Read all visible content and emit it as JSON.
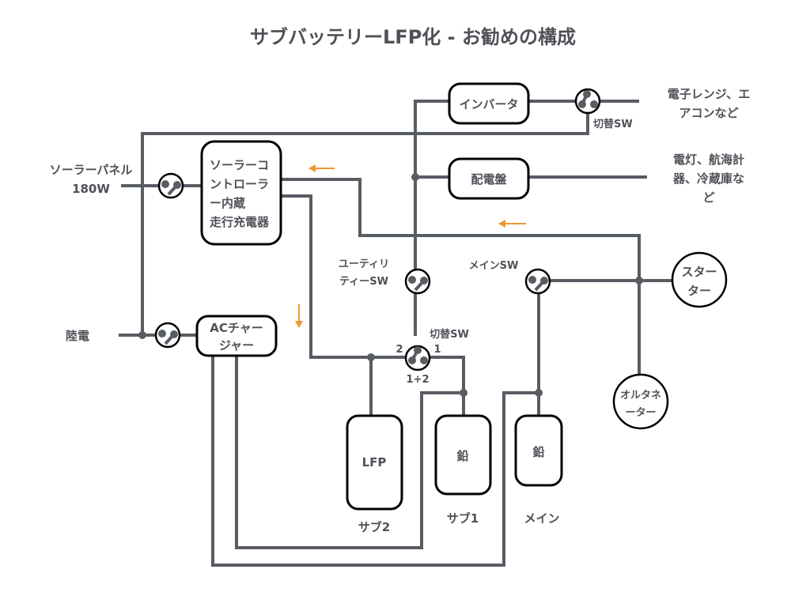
{
  "title": "サブバッテリーLFP化 - お勧めの構成",
  "colors": {
    "wire": "#585c63",
    "text": "#4e5157",
    "box_border": "#000000",
    "flow_arrow": "#f0962e"
  },
  "sources": {
    "solar_panel": [
      "ソーラーパネル",
      "180W"
    ],
    "shore_power": "陸電"
  },
  "components": {
    "solar_controller": [
      "ソーラーコ",
      "ントローラ",
      "ー内蔵",
      "走行充電器"
    ],
    "ac_charger": [
      "ACチャー",
      "ジャー"
    ],
    "inverter": "インバータ",
    "distribution_panel": "配電盤",
    "starter": [
      "スター",
      "ター"
    ],
    "alternator": [
      "オルタネ",
      "ーター"
    ]
  },
  "loads": {
    "inverter_loads": [
      "電子レンジ、エ",
      "アコンなど"
    ],
    "panel_loads": [
      "電灯、航海計",
      "器、冷蔵庫な",
      "ど"
    ]
  },
  "switches": {
    "inverter_changeover": "切替SW",
    "utility": [
      "ユーティリ",
      "ティーSW"
    ],
    "main": "メインSW",
    "battery_changeover": "切替SW",
    "battery_changeover_positions": {
      "pos2": "2",
      "pos1": "1",
      "both": "1+2"
    }
  },
  "batteries": [
    {
      "id": "sub2",
      "type": "LFP",
      "name": "サブ2"
    },
    {
      "id": "sub1",
      "type": "鉛",
      "name": "サブ1"
    },
    {
      "id": "main",
      "type": "鉛",
      "name": "メイン"
    }
  ],
  "flow_arrows": [
    {
      "location": "controller-output",
      "direction": "left"
    },
    {
      "location": "starter-line",
      "direction": "left"
    },
    {
      "location": "controller-to-sub2",
      "direction": "down"
    }
  ]
}
